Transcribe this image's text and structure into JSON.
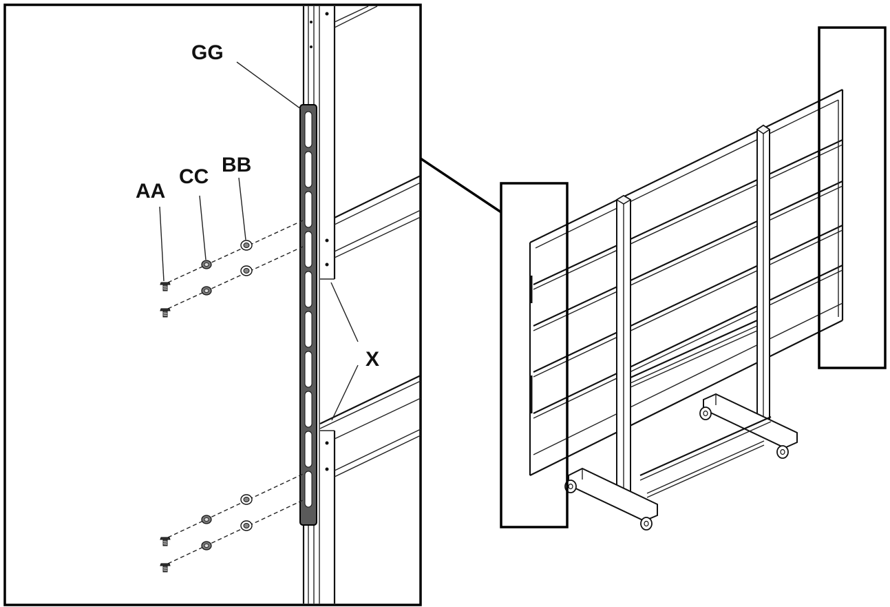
{
  "labels": {
    "gg": "GG",
    "aa": "AA",
    "cc": "CC",
    "bb": "BB",
    "x": "X"
  },
  "colors": {
    "line": "#111111",
    "bracket_fill": "#5a5a5a",
    "background": "#ffffff"
  }
}
